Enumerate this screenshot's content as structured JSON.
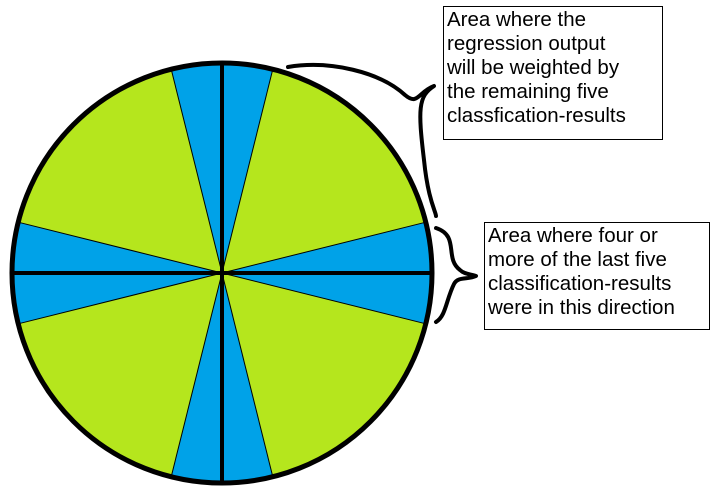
{
  "colors": {
    "green": "#b5e61d",
    "blue": "#00a2e8",
    "outline": "#000000",
    "background": "#ffffff"
  },
  "wheel": {
    "sector_count": 8,
    "blue_wedge_full_angle_deg": 28
  },
  "annotations": {
    "top": {
      "lines": [
        "Area where the",
        "regression output",
        "will be weighted by",
        "the remaining five",
        "classfication-results"
      ]
    },
    "bottom": {
      "lines": [
        "Area where four or",
        "more of the last five",
        "classification-results",
        "were in this direction"
      ]
    }
  }
}
